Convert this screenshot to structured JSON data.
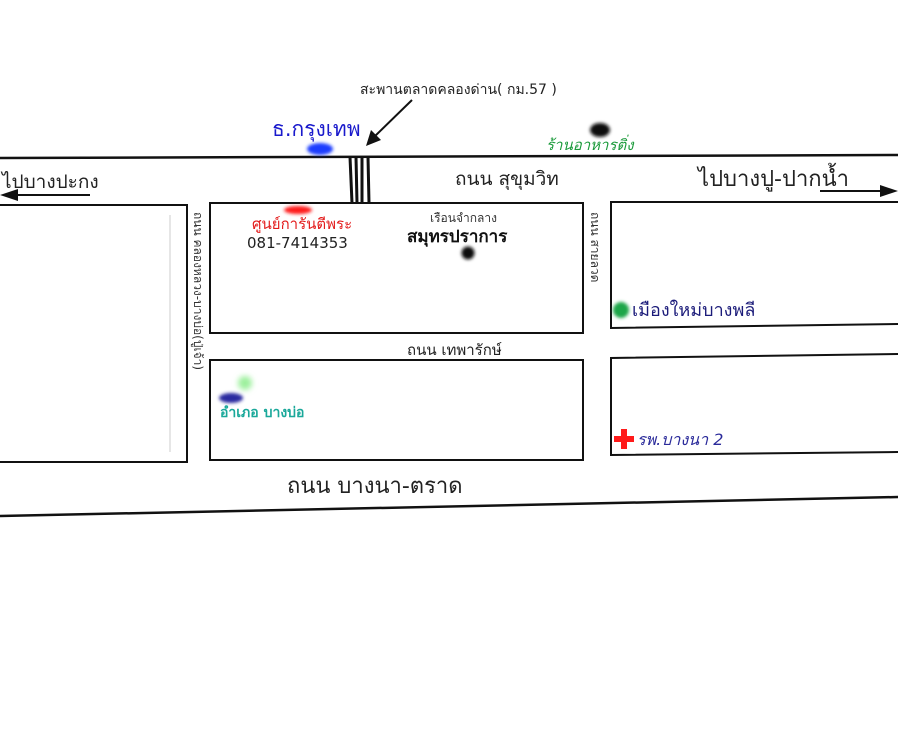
{
  "map": {
    "roads": {
      "sukhumvit": "ถนน สุขุมวิท",
      "thepharak": "ถนน เทพารักษ์",
      "bangna_trat": "ถนน บางนา-ตราด",
      "left_vertical": "ถนน คลองหลวง-บางบ่อ(ปู่เจ้า)",
      "right_vertical": "ถนน สายลวด"
    },
    "directions": {
      "west": "ไปบางปะกง",
      "east": "ไปบางปู-ปากน้ำ"
    },
    "bridge_callout": "สะพานตลาดคลองด่าน( กม.57 )",
    "landmarks": {
      "bank": {
        "label": "ธ.กรุงเทพ",
        "color": "#1a1acc",
        "marker_color": "#1a3cff"
      },
      "restaurant": {
        "label": "ร้านอาหารติ่ง",
        "color": "#1a9a3a",
        "marker_color": "#111111"
      },
      "shop": {
        "label": "ศูนย์การันตีพระ",
        "phone": "081-7414353",
        "color": "#e31b1b",
        "marker_color": "#ff1a1a"
      },
      "prison": {
        "small_label": "เรือนจำกลาง",
        "label": "สมุทรปราการ",
        "marker_color": "#111111"
      },
      "muang_mai": {
        "label": "เมืองใหม่บางพลี",
        "color": "#1c1c7a",
        "marker_color": "#1fa64a"
      },
      "district": {
        "label": "อำเภอ บางบ่อ",
        "color": "#1aa89a",
        "marker_color": "#2a2aa0"
      },
      "hospital": {
        "label": "รพ.บางนา 2",
        "color": "#2a2a9a",
        "marker_color": "#ff1a1a"
      }
    }
  }
}
